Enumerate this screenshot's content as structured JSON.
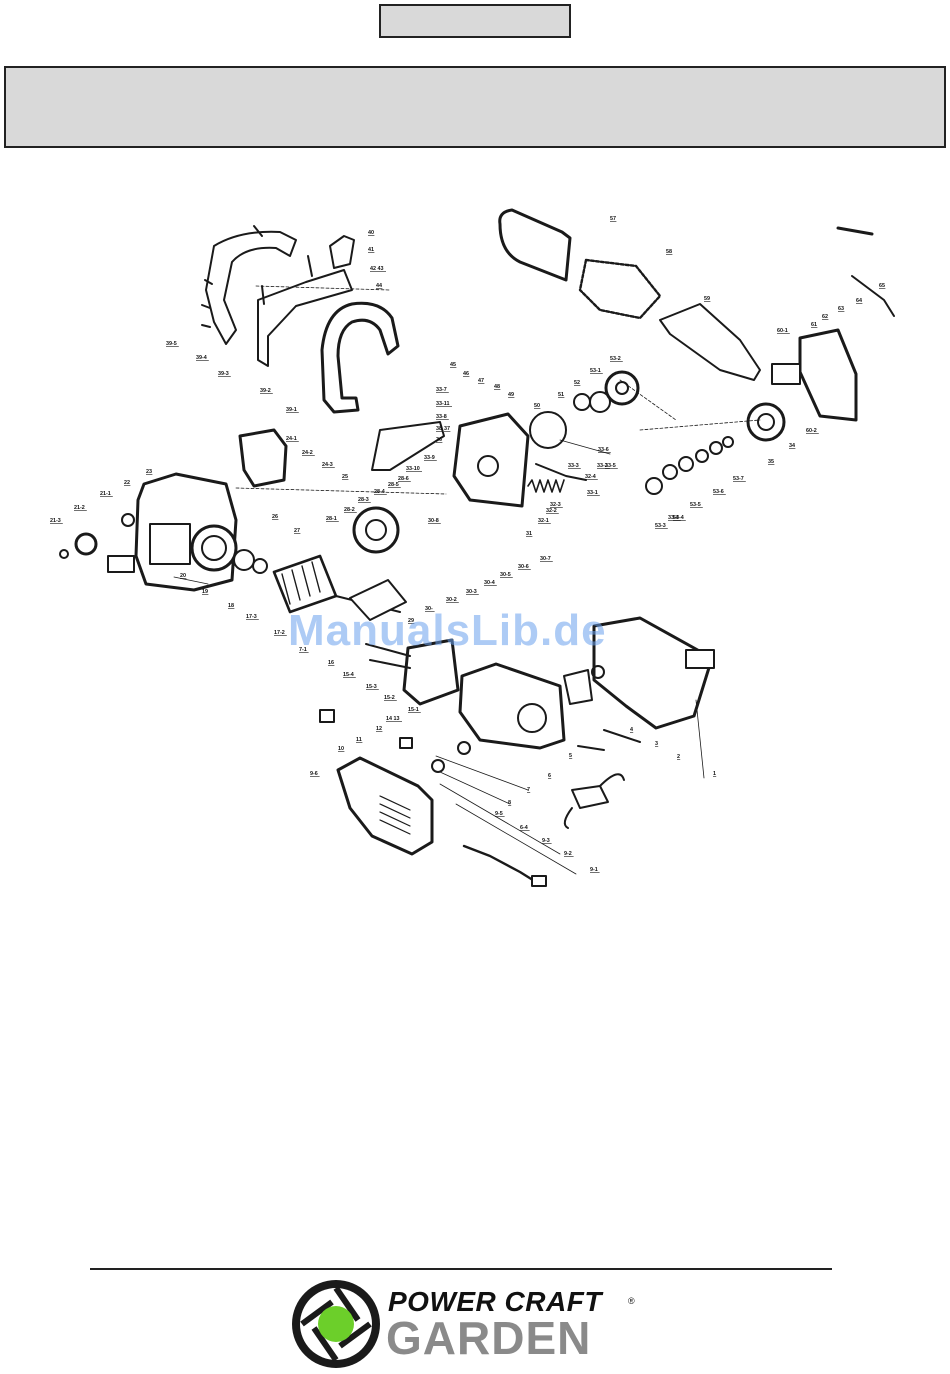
{
  "watermark": "ManualsLib.de",
  "brand": {
    "top": "POWER CRAFT",
    "registered": "®",
    "bottom": "GARDEN",
    "accent_color": "#6ccf2a"
  },
  "diagram": {
    "labels": [
      "1",
      "2",
      "3",
      "4",
      "5",
      "6",
      "6-4",
      "7",
      "7-1",
      "8",
      "9-1",
      "9-2",
      "9-3",
      "9-5",
      "9-6",
      "10",
      "11",
      "12",
      "14 13",
      "15-1",
      "15-2",
      "15-3",
      "15-4",
      "16",
      "17-2",
      "17-3",
      "18",
      "19",
      "20",
      "21-1",
      "21-2",
      "21-3",
      "22",
      "23",
      "24-1",
      "24-2",
      "24-3",
      "25",
      "26",
      "27",
      "28-1",
      "28-2",
      "28-3",
      "28-4",
      "28-5",
      "28-6",
      "29",
      "30-",
      "30-2",
      "30-3",
      "30-4",
      "30-5",
      "30-6",
      "30-7",
      "30-8",
      "31",
      "32-1",
      "32-2",
      "32-3",
      "32-4",
      "33-1",
      "33-2",
      "33-3",
      "33-4",
      "33-5",
      "33-6",
      "33-7",
      "33-8",
      "33-9",
      "33-10",
      "33-11",
      "34",
      "35",
      "36",
      "37",
      "38",
      "39-1",
      "39-2",
      "39-3",
      "39-4",
      "39-5",
      "40",
      "41",
      "42 43",
      "44",
      "45",
      "46",
      "47",
      "48",
      "49",
      "50",
      "51",
      "52",
      "53-1",
      "53-2",
      "53-3",
      "53-4",
      "53-5",
      "53-6",
      "53-7",
      "57",
      "58",
      "59",
      "60-1",
      "60-2",
      "61",
      "62",
      "63",
      "64",
      "65"
    ]
  }
}
